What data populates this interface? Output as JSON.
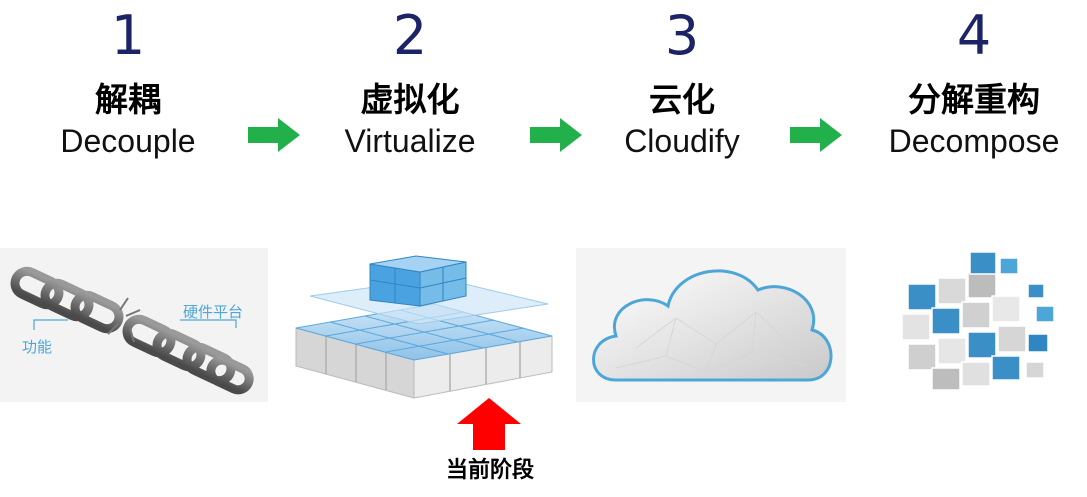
{
  "steps": [
    {
      "number": "1",
      "cn": "解耦",
      "en": "Decouple"
    },
    {
      "number": "2",
      "cn": "虚拟化",
      "en": "Virtualize"
    },
    {
      "number": "3",
      "cn": "云化",
      "en": "Cloudify"
    },
    {
      "number": "4",
      "cn": "分解重构",
      "en": "Decompose"
    }
  ],
  "decouple_panel": {
    "hardware_label": "硬件平台",
    "function_label": "功能"
  },
  "current_stage": {
    "label": "当前阶段"
  },
  "colors": {
    "number": "#1c2366",
    "arrow": "#22b04b",
    "current_arrow": "#ff0000",
    "accent": "#4ea6d8"
  }
}
